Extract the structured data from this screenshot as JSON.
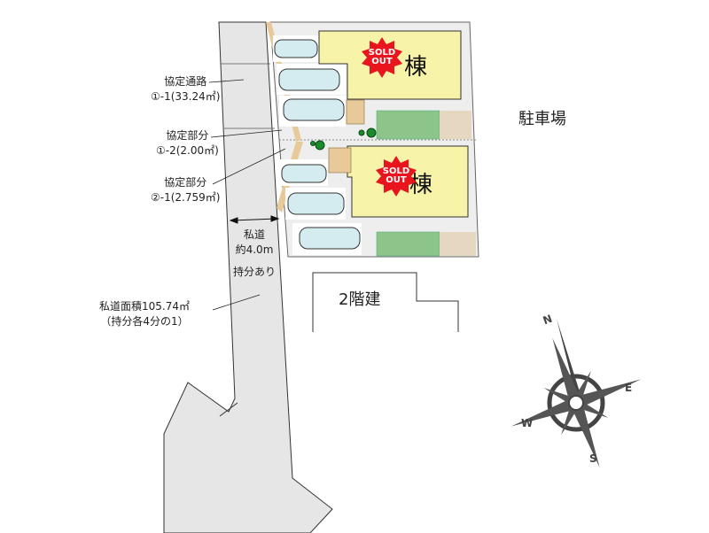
{
  "labels": {
    "agreement_road": "協定通路",
    "agreement_road_area": "①-1(33.24㎡)",
    "agreement_part1": "協定部分",
    "agreement_part1_area": "①-2(2.00㎡)",
    "agreement_part2": "協定部分",
    "agreement_part2_area": "②-1(2.759㎡)",
    "private_road": "私道",
    "private_road_width": "約4.0m",
    "share": "持分あり",
    "private_road_area": "私道面積105.74㎡",
    "private_road_share": "（持分各4分の1）",
    "parking": "駐車場",
    "two_story": "2階建"
  },
  "houses": [
    {
      "label": "棟",
      "badge": "SOLD OUT"
    },
    {
      "label": "棟",
      "badge": "SOLD OUT"
    }
  ],
  "compass": {
    "n": "N",
    "e": "E",
    "s": "S",
    "w": "W"
  },
  "colors": {
    "house": "#f7f3a8",
    "road": "#e6e6e6",
    "car": "#d4ecef",
    "garden": "#8cc48a",
    "badge": "#e8151e",
    "deck": "#e7c99a"
  }
}
